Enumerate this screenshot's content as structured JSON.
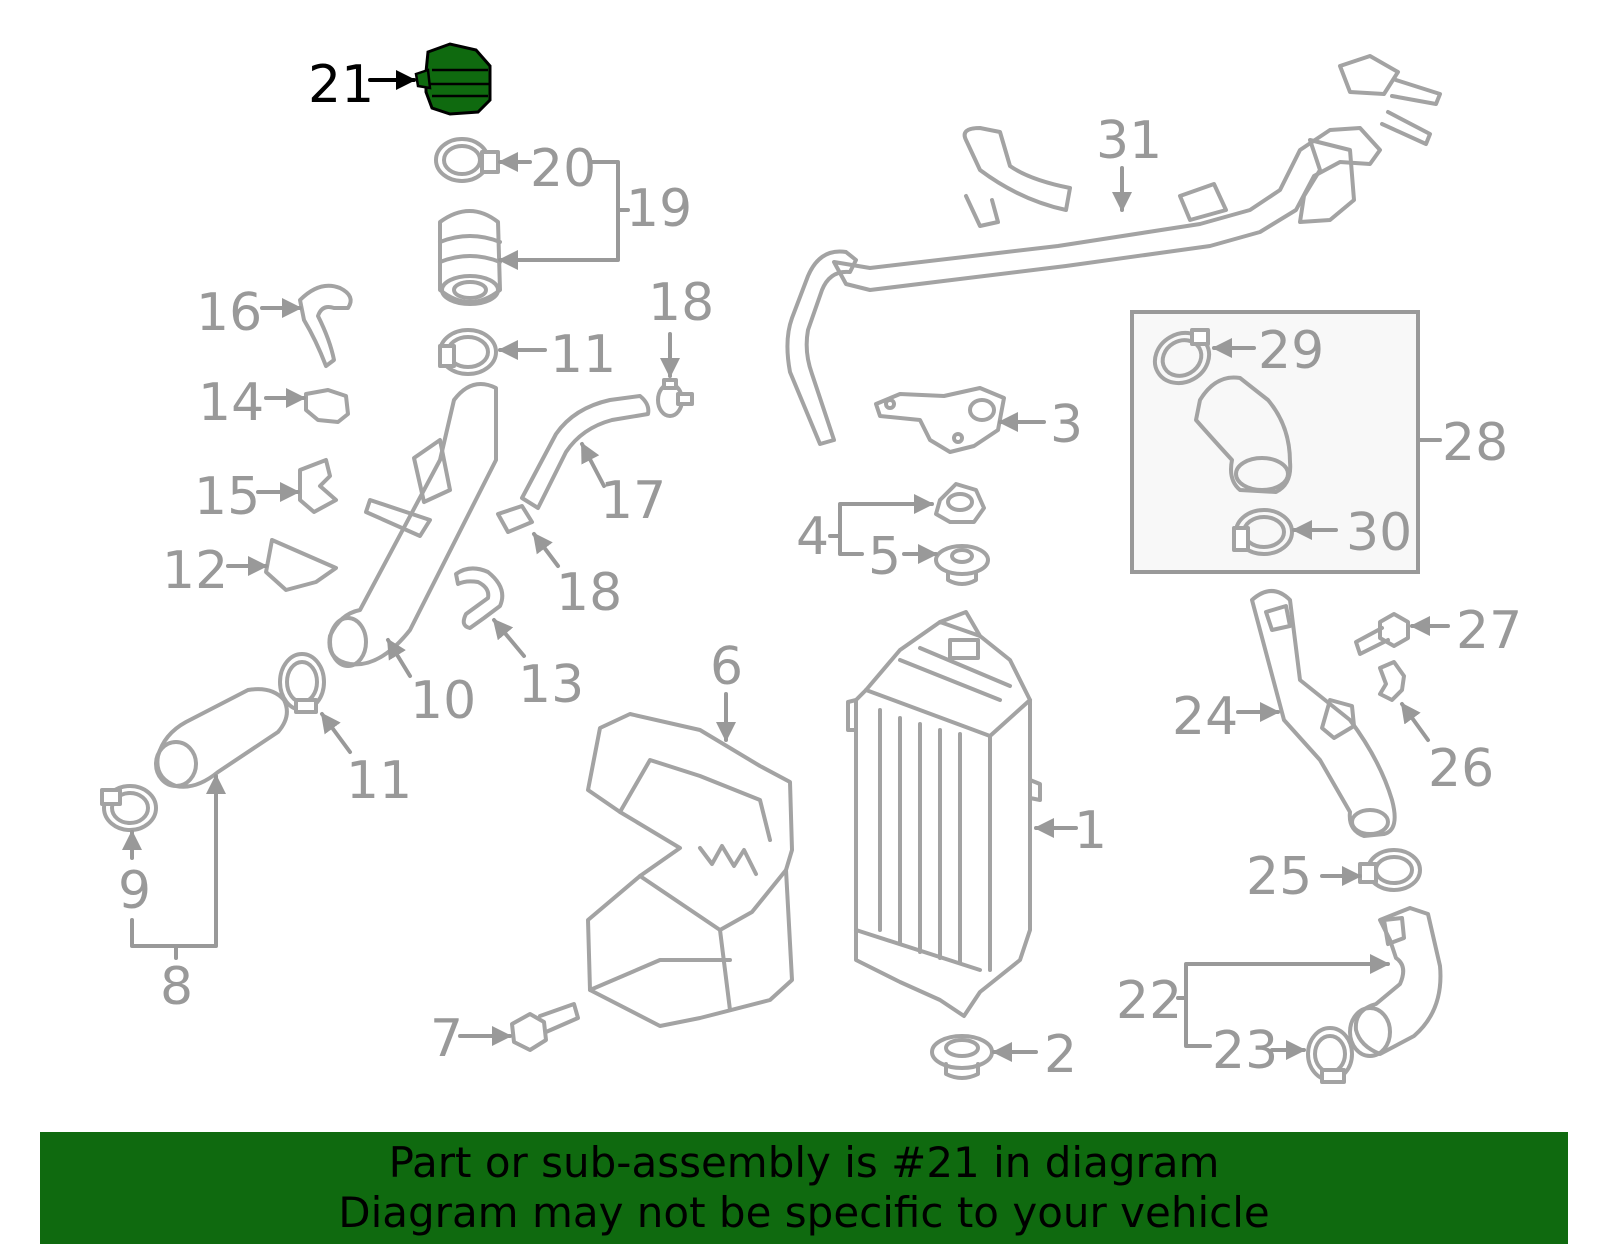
{
  "callouts": [
    "1",
    "2",
    "3",
    "4",
    "5",
    "6",
    "7",
    "8",
    "9",
    "10",
    "11",
    "11",
    "12",
    "13",
    "14",
    "15",
    "16",
    "17",
    "18",
    "18",
    "19",
    "20",
    "21",
    "22",
    "23",
    "24",
    "25",
    "26",
    "27",
    "28",
    "29",
    "30",
    "31"
  ],
  "highlighted_callout": "21",
  "colors": {
    "highlight": "#0f6a0f",
    "part_line": "#a3a3a3",
    "label": "#999999",
    "banner_bg": "#0f6a0f",
    "banner_text": "#000000"
  },
  "banner": {
    "line1": "Part or sub-assembly is #21 in diagram",
    "line2": "Diagram may not be specific to your vehicle"
  }
}
